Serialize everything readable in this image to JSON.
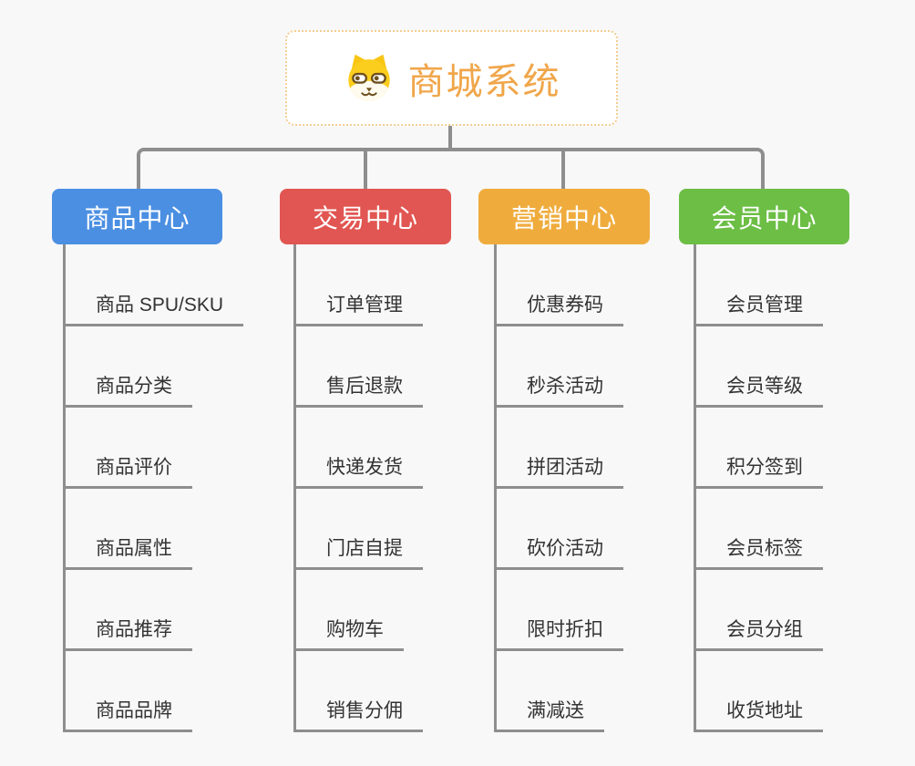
{
  "app": {
    "type": "mindmap",
    "layout": "org-chart"
  },
  "colors": {
    "background": "#f8f8f8",
    "connector": "#8e8e8e",
    "root_text": "#f0a64a",
    "root_border": "#f3cd92",
    "child_text": "#333333"
  },
  "root": {
    "title": "商城系统",
    "icon": "dog-face-icon"
  },
  "branches": [
    {
      "label": "商品中心",
      "color": "#4b8fe2",
      "children": [
        "商品 SPU/SKU",
        "商品分类",
        "商品评价",
        "商品属性",
        "商品推荐",
        "商品品牌"
      ]
    },
    {
      "label": "交易中心",
      "color": "#e15652",
      "children": [
        "订单管理",
        "售后退款",
        "快递发货",
        "门店自提",
        "购物车",
        "销售分佣"
      ]
    },
    {
      "label": "营销中心",
      "color": "#efac3d",
      "children": [
        "优惠券码",
        "秒杀活动",
        "拼团活动",
        "砍价活动",
        "限时折扣",
        "满减送"
      ]
    },
    {
      "label": "会员中心",
      "color": "#6cbe45",
      "children": [
        "会员管理",
        "会员等级",
        "积分签到",
        "会员标签",
        "会员分组",
        "收货地址"
      ]
    }
  ]
}
